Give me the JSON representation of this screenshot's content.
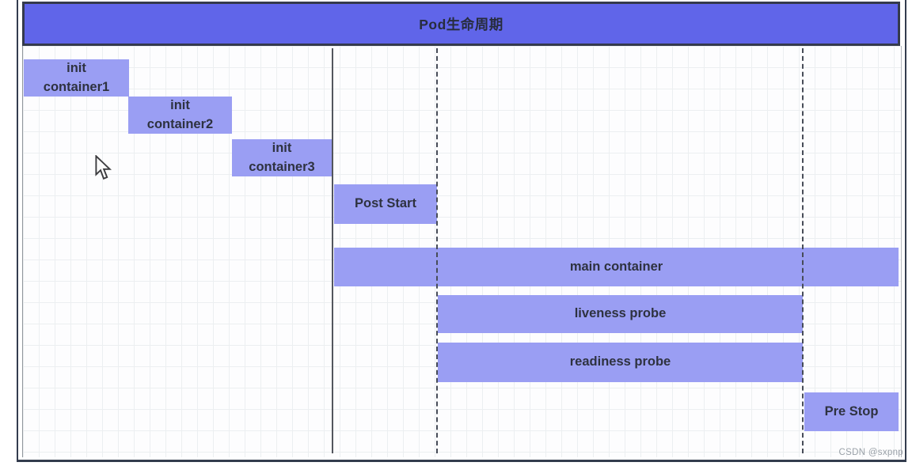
{
  "diagram": {
    "title": "Pod生命周期",
    "bars": [
      {
        "name": "init-container-1",
        "label": "init\ncontainer1"
      },
      {
        "name": "init-container-2",
        "label": "init\ncontainer2"
      },
      {
        "name": "init-container-3",
        "label": "init\ncontainer3"
      },
      {
        "name": "post-start",
        "label": "Post Start"
      },
      {
        "name": "main-container",
        "label": "main container"
      },
      {
        "name": "liveness-probe",
        "label": "liveness probe"
      },
      {
        "name": "readiness-probe",
        "label": "readiness probe"
      },
      {
        "name": "pre-stop",
        "label": "Pre Stop"
      }
    ],
    "markers": [
      {
        "name": "init-complete-marker",
        "style": "solid"
      },
      {
        "name": "post-start-marker",
        "style": "dashed"
      },
      {
        "name": "pre-stop-marker",
        "style": "dashed"
      }
    ],
    "colors": {
      "title_bar_fill": "#6065e9",
      "bar_fill": "#9a9ef3",
      "label_text": "#2e3240",
      "frame_border": "#333c4e"
    }
  },
  "watermark": "CSDN @sxpnp"
}
